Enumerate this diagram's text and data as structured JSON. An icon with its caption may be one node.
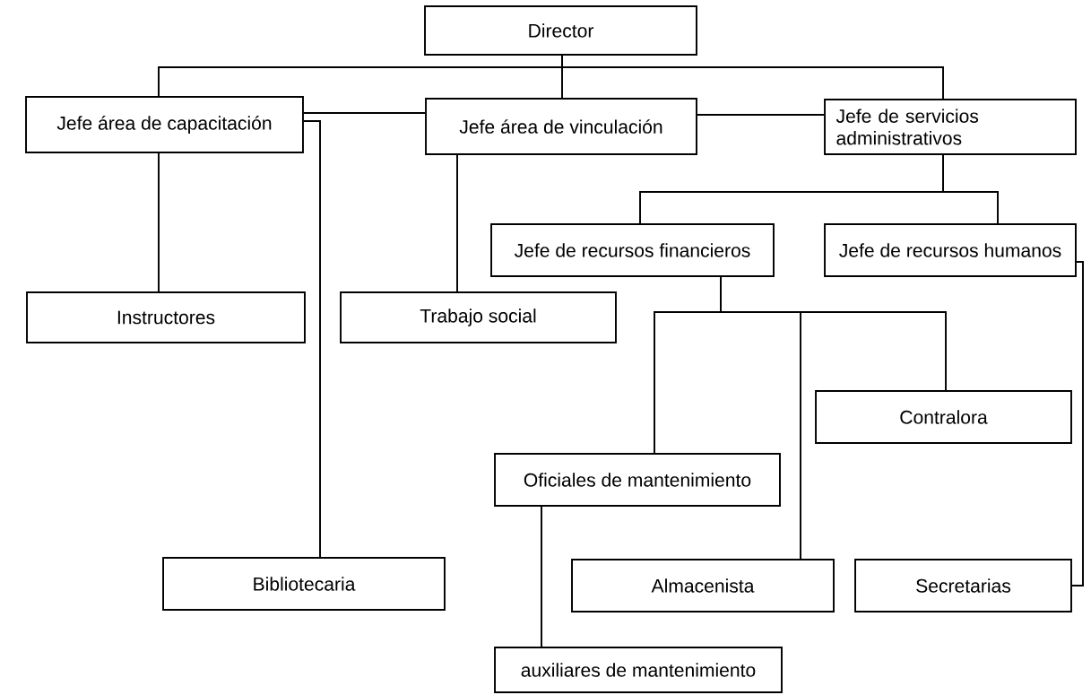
{
  "diagram": {
    "nodes": [
      {
        "text": [
          "Director"
        ]
      },
      {
        "text": [
          "Jefe área de capacitación"
        ]
      },
      {
        "text": [
          "Jefe área de vinculación"
        ]
      },
      {
        "text": [
          "Jefe de servicios administrativos"
        ]
      },
      {
        "text": [
          "Jefe de recursos financieros"
        ]
      },
      {
        "text": [
          "Jefe de recursos humanos"
        ]
      },
      {
        "text": [
          "Instructores"
        ]
      },
      {
        "text": [
          "Trabajo social"
        ]
      },
      {
        "text": [
          "Contralora"
        ]
      },
      {
        "text": [
          "Oficiales de mantenimiento"
        ]
      },
      {
        "text": [
          "Bibliotecaria"
        ]
      },
      {
        "text": [
          "Almacenista"
        ]
      },
      {
        "text": [
          "Secretarias"
        ]
      },
      {
        "text": [
          "auxiliares de mantenimiento"
        ]
      }
    ],
    "edges": [
      {
        "from": 0,
        "to": 1,
        "arrow": "none"
      },
      {
        "from": 0,
        "to": 2,
        "arrow": "none"
      },
      {
        "from": 0,
        "to": 3,
        "arrow": "none"
      },
      {
        "from": 1,
        "to": 2,
        "arrow": "none"
      },
      {
        "from": 2,
        "to": 3,
        "arrow": "none"
      },
      {
        "from": 1,
        "to": 6,
        "arrow": "none"
      },
      {
        "from": 1,
        "to": 10,
        "arrow": "none"
      },
      {
        "from": 2,
        "to": 7,
        "arrow": "none"
      },
      {
        "from": 3,
        "to": 4,
        "arrow": "none"
      },
      {
        "from": 3,
        "to": 5,
        "arrow": "none"
      },
      {
        "from": 4,
        "to": 9,
        "arrow": "none"
      },
      {
        "from": 4,
        "to": 11,
        "arrow": "none"
      },
      {
        "from": 4,
        "to": 8,
        "arrow": "none"
      },
      {
        "from": 5,
        "to": 12,
        "arrow": "none"
      },
      {
        "from": 9,
        "to": 13,
        "arrow": "none"
      }
    ]
  }
}
